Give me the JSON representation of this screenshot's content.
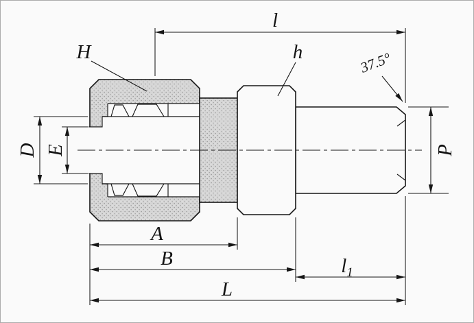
{
  "labels": {
    "H": "H",
    "h": "h",
    "l": "l",
    "angle": "37.5°",
    "D": "D",
    "E": "E",
    "P": "P",
    "A": "A",
    "B": "B",
    "l1_base": "l",
    "l1_sub": "1",
    "L": "L"
  },
  "colors": {
    "line": "#161616",
    "background": "#fafafa",
    "section_fill": "#d7d7d7",
    "section_dots": "#9b9b9b"
  }
}
